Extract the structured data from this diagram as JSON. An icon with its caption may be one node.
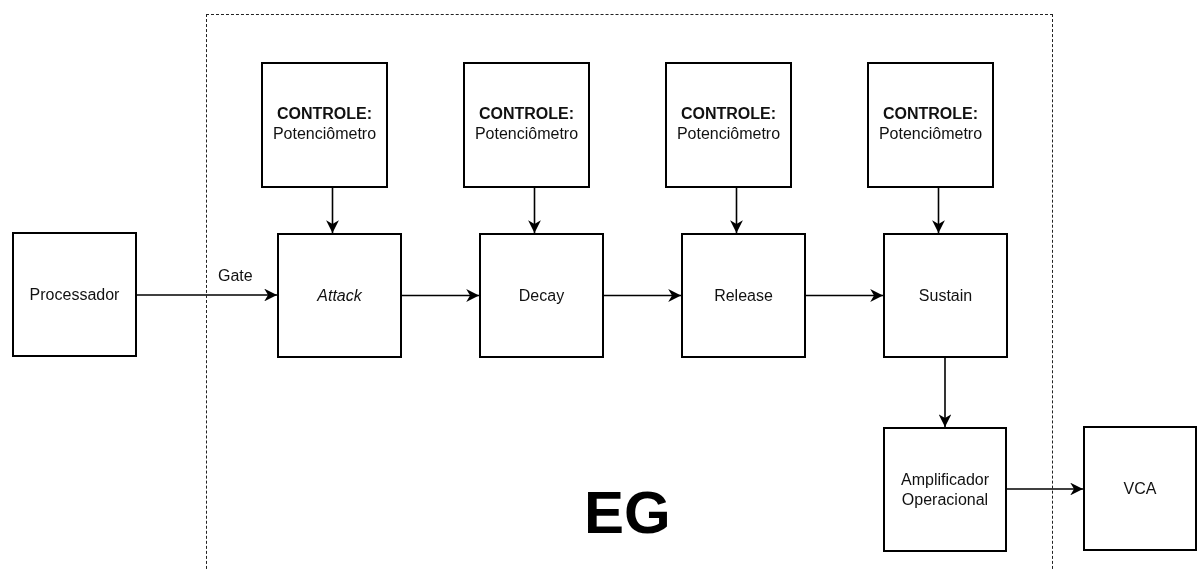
{
  "diagram": {
    "nodes": [
      {
        "text": [
          "EG"
        ]
      },
      {
        "text": [
          "CONTROLE:",
          "Potenciômetro"
        ],
        "in": 0
      },
      {
        "text": [
          "CONTROLE:",
          "Potenciômetro"
        ],
        "in": 0
      },
      {
        "text": [
          "CONTROLE:",
          "Potenciômetro"
        ],
        "in": 0
      },
      {
        "text": [
          "CONTROLE:",
          "Potenciômetro"
        ],
        "in": 0
      },
      {
        "text": [
          "Processador"
        ]
      },
      {
        "text": [
          "*Attack*"
        ],
        "in": 0
      },
      {
        "text": [
          "Decay"
        ],
        "in": 0
      },
      {
        "text": [
          "Release"
        ],
        "in": 0
      },
      {
        "text": [
          "Sustain"
        ],
        "in": 0
      },
      {
        "text": [
          "Amplificador Operacional"
        ],
        "in": 0
      },
      {
        "text": [
          "VCA"
        ]
      }
    ],
    "edges": [
      {
        "from": 1,
        "to": 6,
        "arrow": "to"
      },
      {
        "from": 2,
        "to": 7,
        "arrow": "to"
      },
      {
        "from": 3,
        "to": 8,
        "arrow": "to"
      },
      {
        "from": 4,
        "to": 9,
        "arrow": "to"
      },
      {
        "from": 5,
        "to": 6,
        "arrow": "to",
        "label": "Gate"
      },
      {
        "from": 6,
        "to": 7,
        "arrow": "to"
      },
      {
        "from": 7,
        "to": 8,
        "arrow": "to"
      },
      {
        "from": 8,
        "to": 9,
        "arrow": "to"
      },
      {
        "from": 9,
        "to": 10,
        "arrow": "to"
      },
      {
        "from": 10,
        "to": 11,
        "arrow": "to"
      }
    ]
  }
}
